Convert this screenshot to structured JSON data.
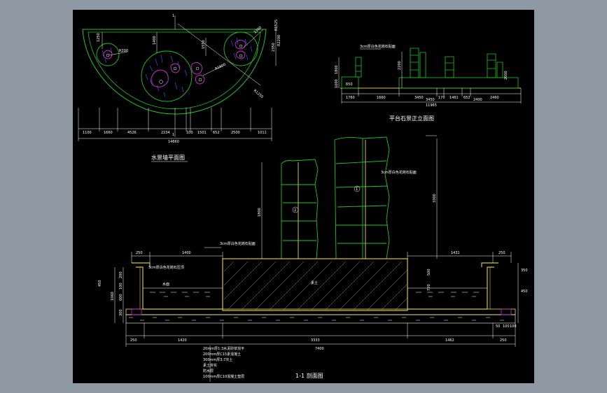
{
  "colors": {
    "background": "#000000",
    "frame": "#8e99a3",
    "green": "#22c322",
    "magenta": "#d12fd1",
    "yellow": "#d7c233",
    "blue": "#4a5cff",
    "white": "#ffffff"
  },
  "titles": {
    "plan": "水景墙平面图",
    "elevation": "平台石景正立面图",
    "section": "1-1 剖面图"
  },
  "plan": {
    "mark_top": "1",
    "mark_bottom": "1",
    "circle_dims": [
      "1250",
      "1400",
      "1550",
      "2350",
      "R200",
      "R1250"
    ],
    "callouts": [
      "2300",
      "R1600",
      "R1525",
      "R2200"
    ],
    "bottom_dims": [
      "1100",
      "1660",
      "4526",
      "2234",
      "100",
      "1501",
      "652",
      "2500",
      "1011"
    ],
    "total": "14660"
  },
  "elevation": {
    "note": "3cm厚白色花岗石贴面",
    "left_dims": [
      "1800",
      "1000"
    ],
    "mid_dims": [
      "2200",
      "2000"
    ],
    "bottom_dims": [
      "1760",
      "1660",
      "3450",
      "170",
      "1461",
      "652",
      "2460"
    ],
    "sub_dims": [
      "3450",
      "2400"
    ],
    "total": "11965",
    "box_label": "650"
  },
  "section": {
    "note_top": "3cm厚白色花岗石贴面",
    "note_left": "3cm厚白色花岗石压顶",
    "water_label": "水面",
    "earth_label": "素土",
    "top_dims": [
      "250",
      "1400",
      "1431",
      "250"
    ],
    "right_dims": [
      "350",
      "500",
      "720",
      "450"
    ],
    "left_dims": [
      "450",
      "1060",
      "200",
      "100",
      "600",
      "300"
    ],
    "stone_height": "1800",
    "tall_height": "3300",
    "callout_1": "1",
    "callout_2": "2",
    "bottom_dims": [
      "250",
      "1420",
      "3333",
      "1462",
      "250"
    ],
    "right_small": [
      "50",
      "100",
      "100"
    ],
    "total": "7400",
    "legend": [
      "20mm厚1:3水泥砂浆找平",
      "200mm厚C15素混凝土",
      "300mm厚3:7灰土",
      "素土夯实",
      "防水层",
      "100mm厚C10混凝土垫层"
    ]
  }
}
